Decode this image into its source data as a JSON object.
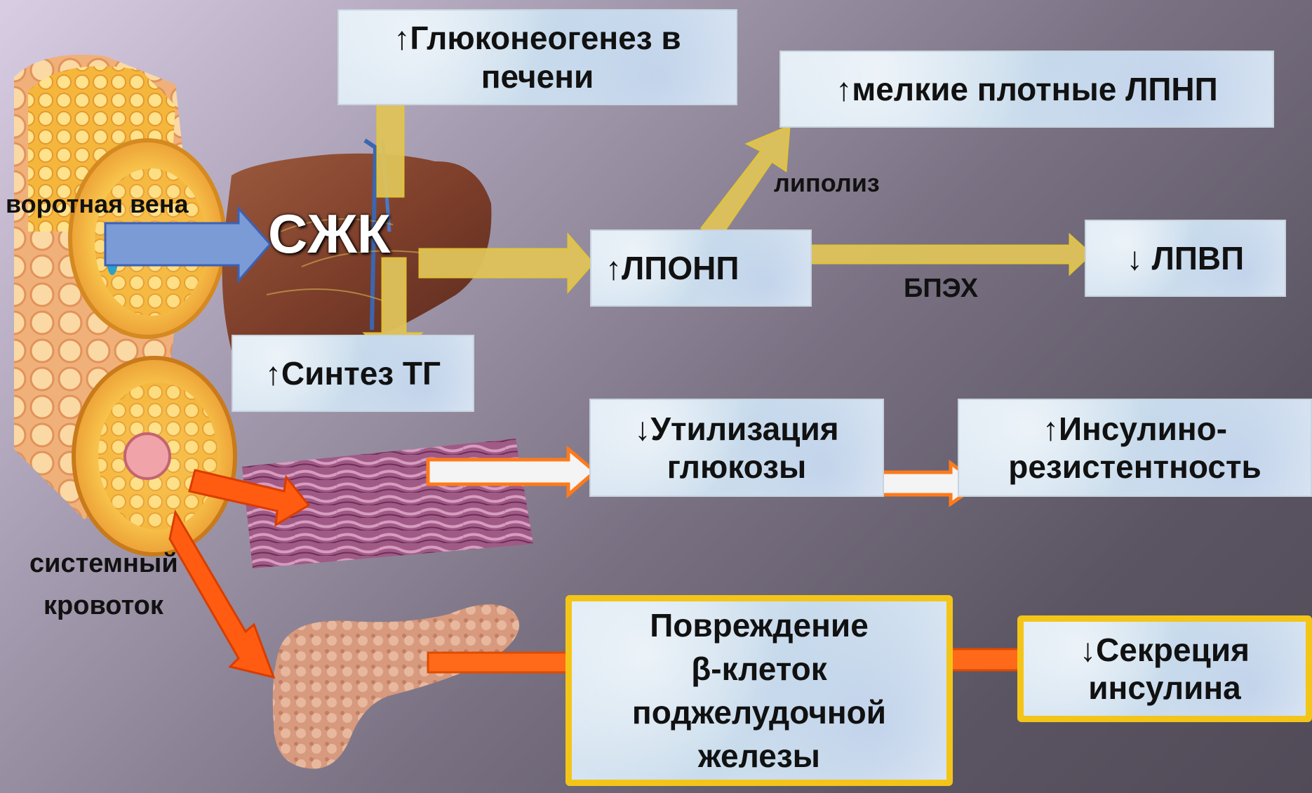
{
  "colors": {
    "arrow_gold": "#dfc35a",
    "arrow_orange": "#ff5c12",
    "arrow_blue": "#7b9bd6",
    "box_border_gold": "#f4c519"
  },
  "labels": {
    "portal_vein": "воротная вена",
    "ffa": "СЖК",
    "systemic_line1": "системный",
    "systemic_line2": "кровоток",
    "lipolysis": "липолиз",
    "hl": "БПЭХ"
  },
  "boxes": {
    "gluconeogenesis": {
      "line1": "↑Глюконеогенез в",
      "line2": "печени"
    },
    "small_ldl": {
      "text": "↑мелкие плотные ЛПНП"
    },
    "vldl": {
      "text": "↑ЛПОНП"
    },
    "hdl": {
      "text": "↓ ЛПВП"
    },
    "tg_synthesis": {
      "text": "↑Синтез ТГ"
    },
    "glucose_util": {
      "line1": "↓Утилизация",
      "line2": "глюкозы"
    },
    "insulin_res": {
      "line1": "↑Инсулино-",
      "line2": "резистентность"
    },
    "beta_damage": {
      "line1": "Повреждение",
      "line2": "β-клеток",
      "line3": "поджелудочной",
      "line4": "железы"
    },
    "insulin_secretion": {
      "line1": "↓Секреция",
      "line2": "инсулина"
    }
  }
}
